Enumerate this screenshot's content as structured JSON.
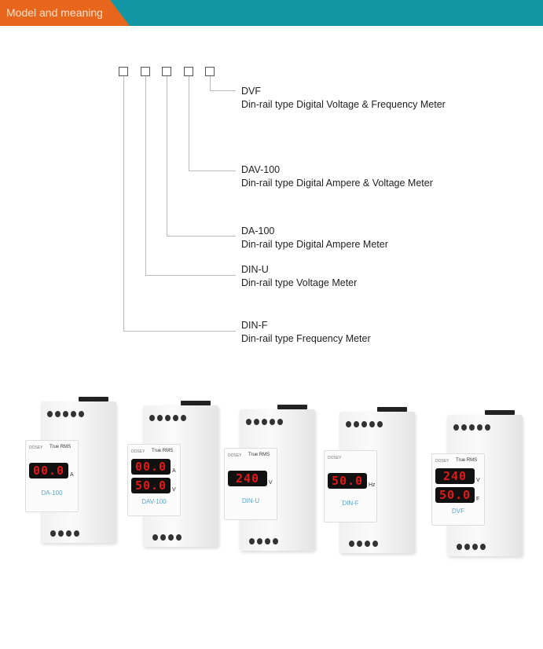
{
  "banner": {
    "title": "Model and meaning",
    "colors": {
      "tab": "#e8661c",
      "bar": "#1497a4"
    }
  },
  "models": [
    {
      "code": "DVF",
      "desc": "Din-rail type Digital Voltage & Frequency Meter"
    },
    {
      "code": "DAV-100",
      "desc": "Din-rail type Digital Ampere & Voltage Meter"
    },
    {
      "code": "DA-100",
      "desc": "Din-rail type Digital Ampere Meter"
    },
    {
      "code": "DIN-U",
      "desc": "Din-rail type Voltage Meter"
    },
    {
      "code": "DIN-F",
      "desc": "Din-rail type Frequency Meter"
    }
  ],
  "products": [
    {
      "model": "DA-100",
      "rms": "True RMS",
      "brand": "DOSEY",
      "readings": [
        {
          "value": "00.0",
          "unit": "A"
        }
      ]
    },
    {
      "model": "DAV-100",
      "rms": "True RMS",
      "brand": "DOSEY",
      "readings": [
        {
          "value": "00.0",
          "unit": "A"
        },
        {
          "value": "50.0",
          "unit": "V"
        }
      ]
    },
    {
      "model": "DIN-U",
      "rms": "True RMS",
      "brand": "DOSEY",
      "readings": [
        {
          "value": "240",
          "unit": "V"
        }
      ]
    },
    {
      "model": "DIN-F",
      "rms": "",
      "brand": "DOSEY",
      "readings": [
        {
          "value": "50.0",
          "unit": "Hz"
        }
      ]
    },
    {
      "model": "DVF",
      "rms": "True RMS",
      "brand": "DOSEY",
      "readings": [
        {
          "value": "240",
          "unit": "V"
        },
        {
          "value": "50.0",
          "unit": "F"
        }
      ]
    }
  ]
}
